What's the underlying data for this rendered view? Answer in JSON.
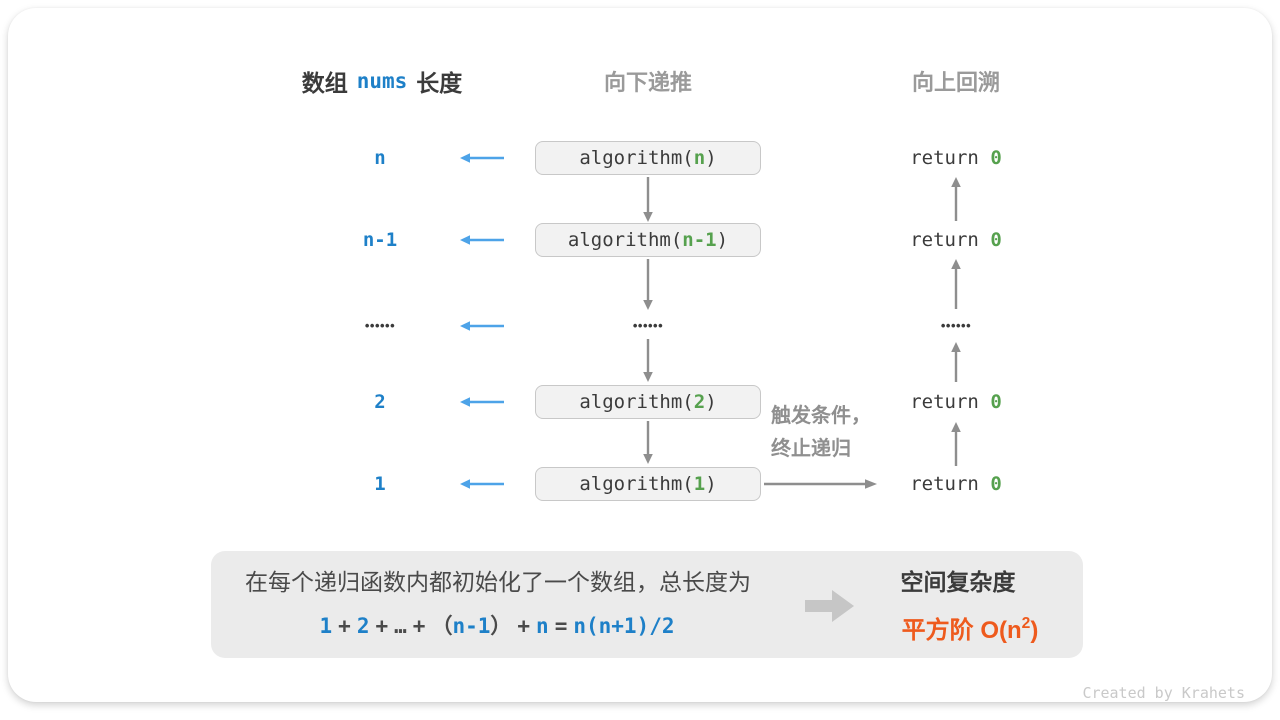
{
  "header": {
    "left_prefix": "数组",
    "left_code": "nums",
    "left_suffix": "长度",
    "mid": "向下递推",
    "right": "向上回溯"
  },
  "rows": [
    {
      "label": "n",
      "call_pre": "algorithm(",
      "call_arg": "n",
      "call_post": ")",
      "ret_kw": "return ",
      "ret_val": "0"
    },
    {
      "label": "n-1",
      "call_pre": "algorithm(",
      "call_arg": "n-1",
      "call_post": ")",
      "ret_kw": "return ",
      "ret_val": "0"
    },
    {
      "dots": "••••••"
    },
    {
      "label": "2",
      "call_pre": "algorithm(",
      "call_arg": "2",
      "call_post": ")",
      "ret_kw": "return ",
      "ret_val": "0"
    },
    {
      "label": "1",
      "call_pre": "algorithm(",
      "call_arg": "1",
      "call_post": ")",
      "ret_kw": "return ",
      "ret_val": "0"
    }
  ],
  "trigger_note": {
    "line1": "触发条件，",
    "line2": "终止递归"
  },
  "summary": {
    "line1": "在每个递归函数内都初始化了一个数组，总长度为",
    "formula": {
      "n1": "1",
      "op1": "+",
      "n2": "2",
      "op2": "+",
      "ellipsis": "…",
      "op3": "+",
      "open": "（",
      "n3": "n-1",
      "close": "）",
      "op4": "+",
      "n4": "n",
      "eq": "=",
      "expr": "n(n+1)/2"
    },
    "right_title": "空间复杂度",
    "right_value_pre": "平方阶 O(n",
    "right_value_sup": "2",
    "right_value_post": ")"
  },
  "credit": "Created by Krahets",
  "colors": {
    "accent_blue": "#1e80c8",
    "arrow_blue": "#4da3e8",
    "green": "#56a14e",
    "orange": "#ee5a1d",
    "gray_text": "#9a9a9a",
    "dark_text": "#3b3b3b",
    "box_fill": "#f2f2f2",
    "box_border": "#c8c8c8",
    "arrow_gray": "#8e8e8e",
    "summary_bg": "#ebebeb"
  }
}
